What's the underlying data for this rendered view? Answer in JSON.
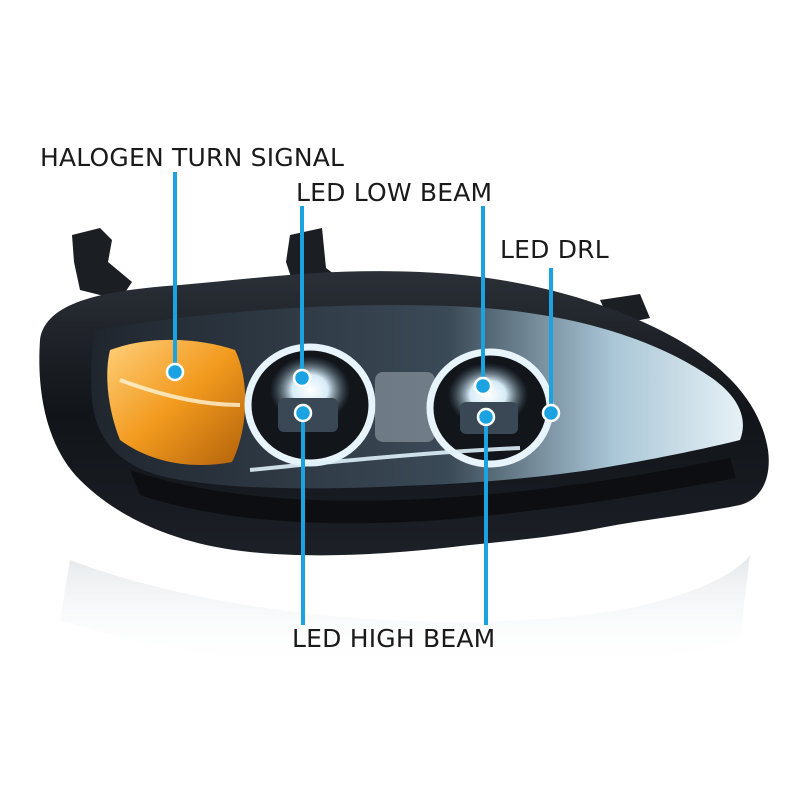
{
  "labels": {
    "halogen_turn_signal": "HALOGEN TURN SIGNAL",
    "led_low_beam": "LED LOW BEAM",
    "led_drl": "LED DRL",
    "led_high_beam": "LED HIGH BEAM"
  },
  "colors": {
    "callout": "#1aa3e0",
    "label_text": "#1a1a1a",
    "housing": "#14171c",
    "turn_signal_amber": "#f29a1e",
    "lens_glow": "#cfe6f2"
  }
}
